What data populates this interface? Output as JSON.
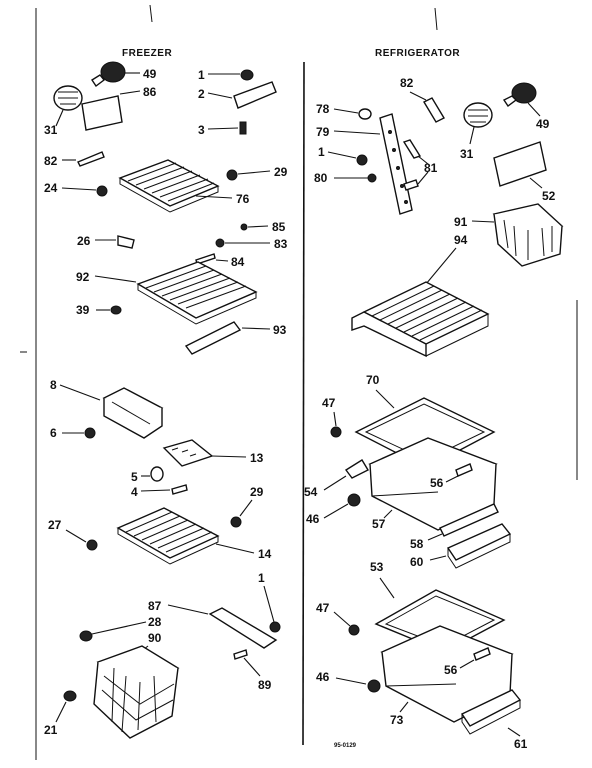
{
  "headers": {
    "freezer": "FREEZER",
    "refrigerator": "REFRIGERATOR"
  },
  "drawing_code": "95-0129",
  "callouts": {
    "f49": "49",
    "f31": "31",
    "f86": "86",
    "f1": "1",
    "f2": "2",
    "f3": "3",
    "f82": "82",
    "f24": "24",
    "f29a": "29",
    "f76": "76",
    "f85": "85",
    "f26": "26",
    "f83": "83",
    "f84": "84",
    "f92": "92",
    "f39": "39",
    "f93": "93",
    "f8": "8",
    "f6": "6",
    "f13": "13",
    "f5": "5",
    "f4": "4",
    "f29b": "29",
    "f27": "27",
    "f14": "14",
    "f87": "87",
    "f1b": "1",
    "f28": "28",
    "f90": "90",
    "f89": "89",
    "f21": "21",
    "r82": "82",
    "r78": "78",
    "r79": "79",
    "r1": "1",
    "r81": "81",
    "r80": "80",
    "r49": "49",
    "r31": "31",
    "r52": "52",
    "r91": "91",
    "r94": "94",
    "r70": "70",
    "r47a": "47",
    "r56a": "56",
    "r54": "54",
    "r46a": "46",
    "r57": "57",
    "r58": "58",
    "r60": "60",
    "r53": "53",
    "r47b": "47",
    "r56b": "56",
    "r46b": "46",
    "r73": "73",
    "r61": "61"
  }
}
